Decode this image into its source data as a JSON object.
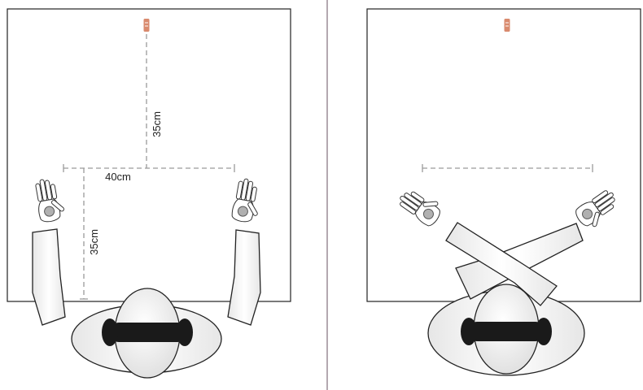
{
  "panels": {
    "left": {
      "dimension_labels": {
        "top_vertical": "35cm",
        "horizontal": "40cm",
        "bottom_vertical": "35cm"
      },
      "arm_posture": "uncrossed"
    },
    "right": {
      "arm_posture": "crossed"
    }
  },
  "colors": {
    "table_border": "#222222",
    "dashed_line": "#9a9a9a",
    "divider": "#b4a8b0",
    "body_fill": "#f0f0f0",
    "body_stroke": "#222222",
    "band": "#1a1a1a",
    "marker_fill": "#b0b0b0",
    "sensor": "#d98a6e"
  }
}
